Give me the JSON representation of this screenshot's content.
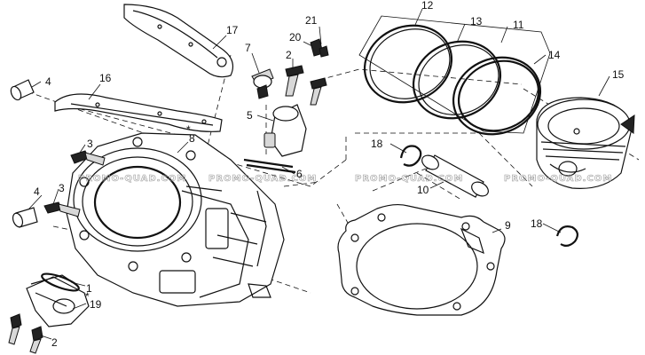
{
  "labels": {
    "p1": "1",
    "p2a": "2",
    "p2b": "2",
    "p3a": "3",
    "p3b": "3",
    "p4a": "4",
    "p4b": "4",
    "p5": "5",
    "p6": "6",
    "p7": "7",
    "p8": "8",
    "p8star": "*",
    "p9": "9",
    "p10": "10",
    "p11": "11",
    "p12": "12",
    "p13": "13",
    "p14": "14",
    "p15": "15",
    "p16": "16",
    "p17": "17",
    "p18a": "18",
    "p18b": "18",
    "p19": "19",
    "p19star": "*",
    "p20": "20",
    "p21": "21"
  },
  "watermarks": [
    "PROMO-QUAD.COM",
    "PROMO-QUAD.COM",
    "PROMO-QUAD.COM",
    "PROMO-QUAD.COM"
  ]
}
